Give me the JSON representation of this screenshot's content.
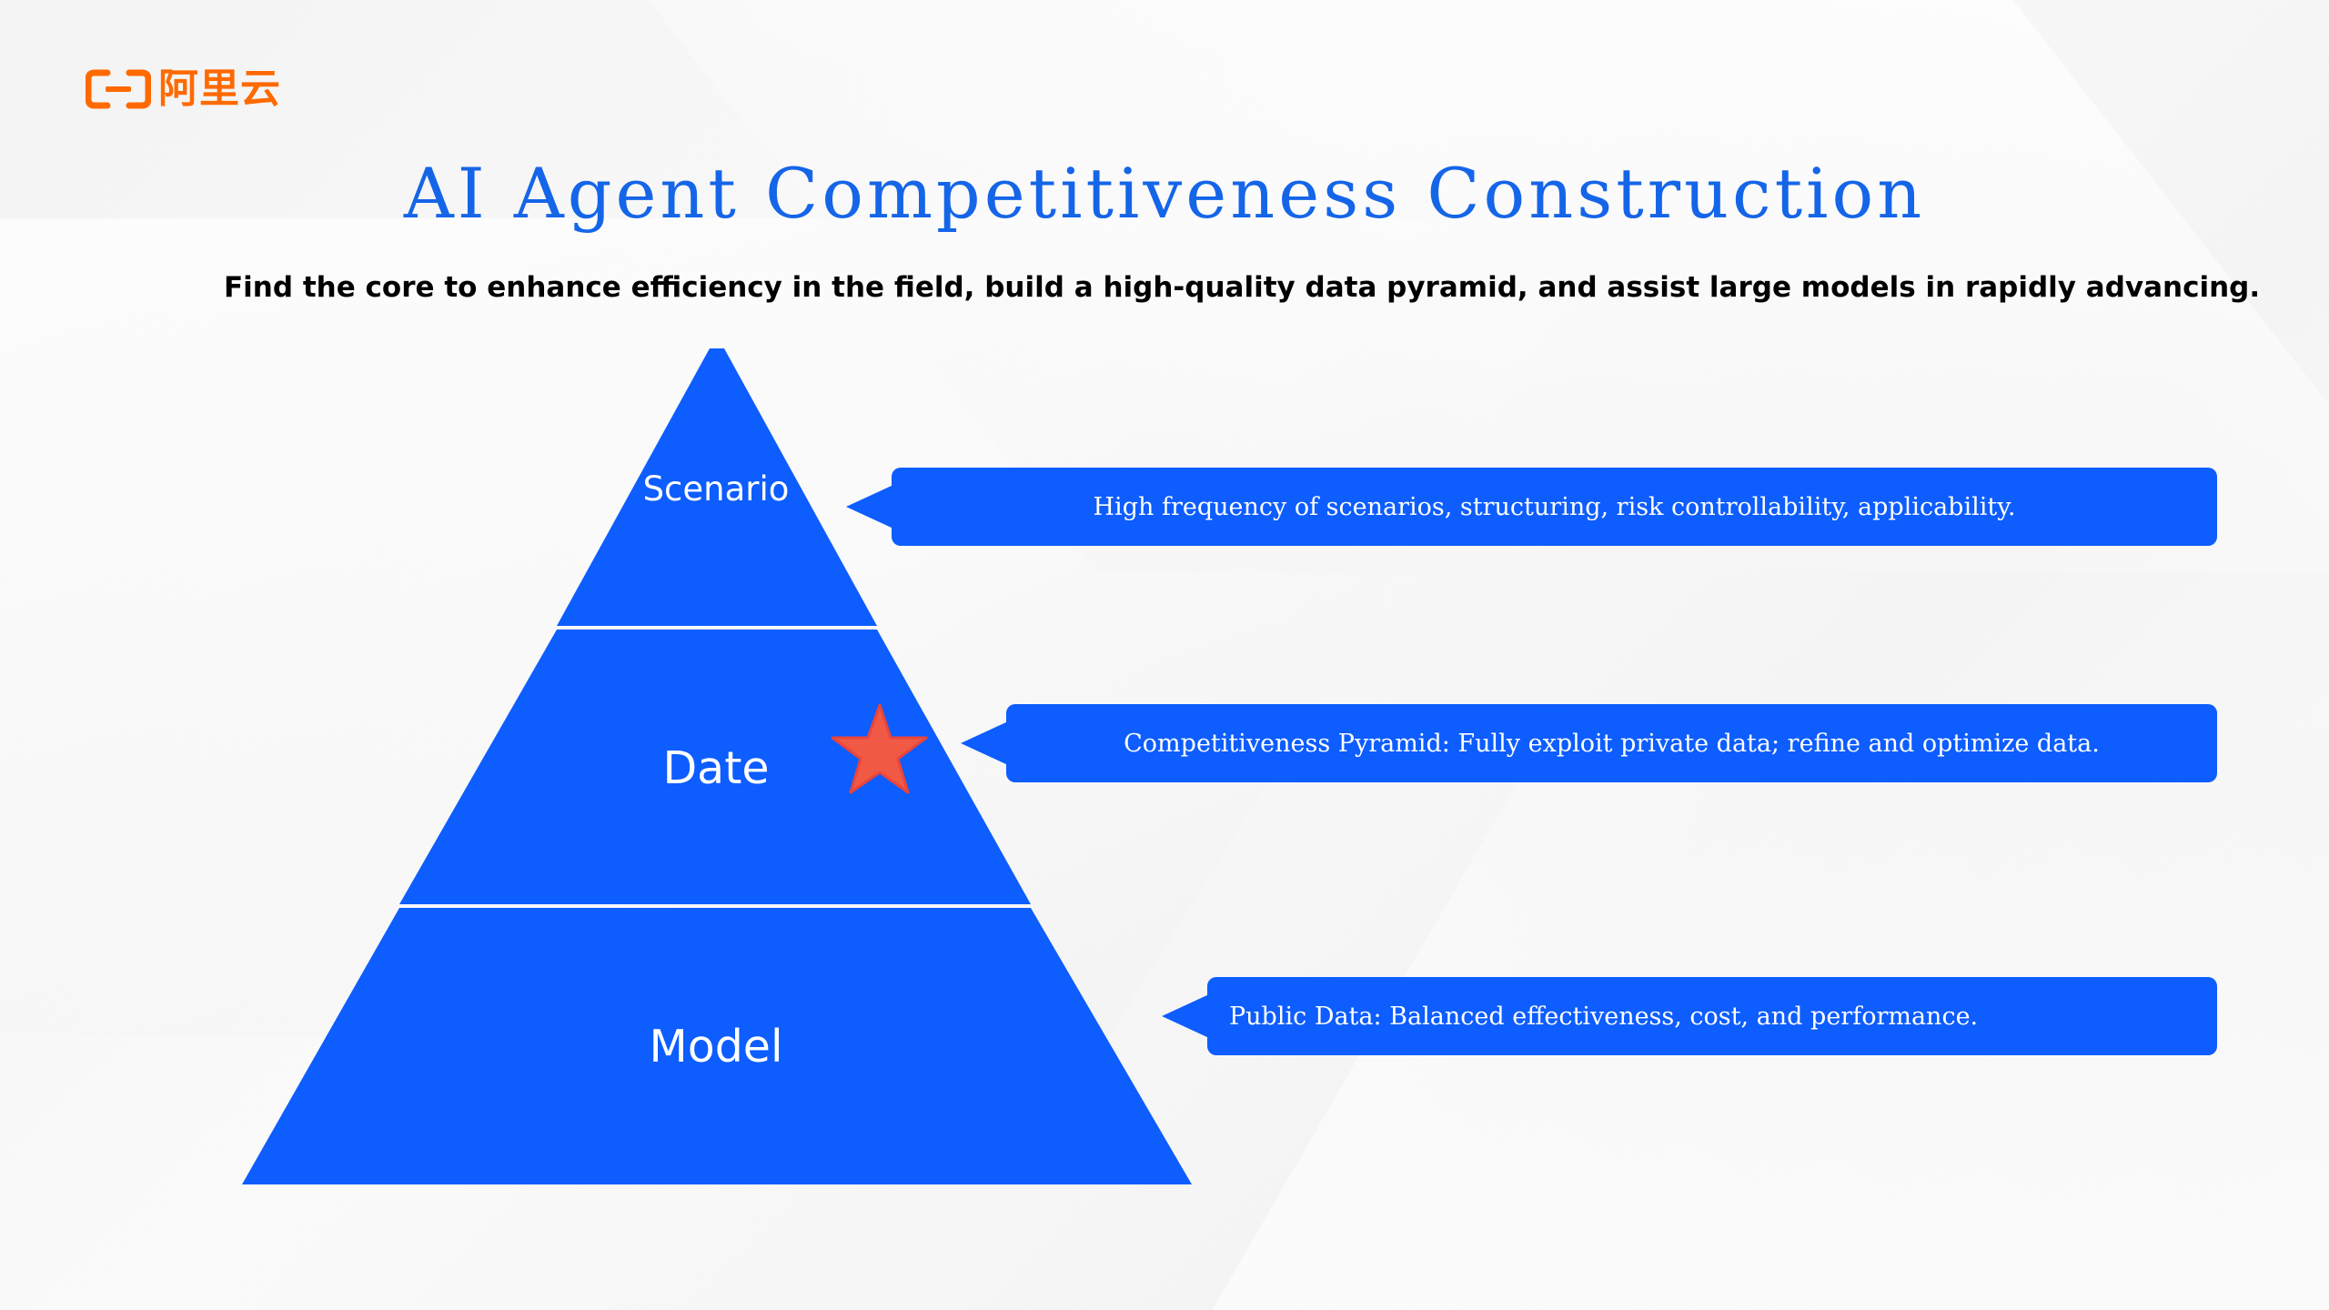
{
  "logo": {
    "icon": "aliyun-bracket-icon",
    "text": "阿里云",
    "color": "#ff6a00"
  },
  "title": "AI Agent Competitiveness Construction",
  "subtitle": "Find the core to enhance efficiency in the field, build a high-quality data pyramid, and assist large models in rapidly advancing.",
  "pyramid": {
    "color": "#0d5dff",
    "tiers": [
      {
        "label": "Scenario"
      },
      {
        "label": "Date"
      },
      {
        "label": "Model"
      }
    ],
    "marker": {
      "icon": "star-icon",
      "color": "#f05a45"
    }
  },
  "callouts": [
    {
      "text": "High frequency of scenarios, structuring, risk controllability, applicability."
    },
    {
      "text": "Competitiveness Pyramid: Fully exploit private data; refine and optimize data."
    },
    {
      "text": "Public Data: Balanced effectiveness, cost, and performance."
    }
  ]
}
